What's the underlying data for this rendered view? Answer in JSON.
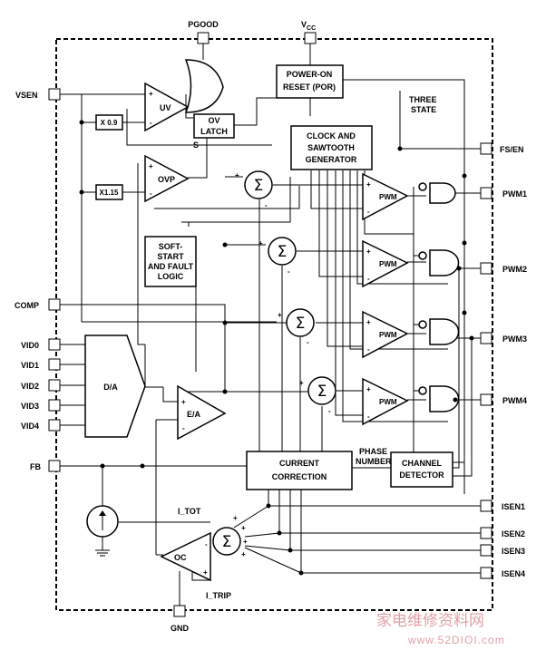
{
  "pins": {
    "pgood": "PGOOD",
    "vcc_main": "V",
    "vcc_sub": "CC",
    "vsen": "VSEN",
    "comp": "COMP",
    "vid0": "VID0",
    "vid1": "VID1",
    "vid2": "VID2",
    "vid3": "VID3",
    "vid4": "VID4",
    "fb": "FB",
    "gnd": "GND",
    "fs_en": "FS/EN",
    "pwm1": "PWM1",
    "pwm2": "PWM2",
    "pwm3": "PWM3",
    "pwm4": "PWM4",
    "isen1": "ISEN1",
    "isen2": "ISEN2",
    "isen3": "ISEN3",
    "isen4": "ISEN4"
  },
  "blocks": {
    "por_line1": "POWER-ON",
    "por_line2": "RESET (POR)",
    "ov_latch_line1": "OV",
    "ov_latch_line2": "LATCH",
    "clock_line1": "CLOCK AND",
    "clock_line2": "SAWTOOTH",
    "clock_line3": "GENERATOR",
    "soft_line1": "SOFT-",
    "soft_line2": "START",
    "soft_line3": "AND FAULT",
    "soft_line4": "LOGIC",
    "current_line1": "CURRENT",
    "current_line2": "CORRECTION",
    "channel_line1": "CHANNEL",
    "channel_line2": "DETECTOR",
    "da": "D/A",
    "x09": "X 0.9",
    "x115": "X1.15"
  },
  "amplifiers": {
    "uv": "UV",
    "ovp": "OVP",
    "ea": "E/A",
    "oc": "OC",
    "pwm": "PWM"
  },
  "labels": {
    "three_state_1": "THREE",
    "three_state_2": "STATE",
    "latch_s": "S",
    "phase_number_1": "PHASE",
    "phase_number_2": "NUMBER",
    "i_tot": "I_TOT",
    "i_trip": "I_TRIP",
    "sigma": "Σ",
    "plus": "+",
    "minus": "-"
  },
  "watermark": {
    "chinese": "家电维修资料网",
    "url": "www.52DIOI.com"
  }
}
